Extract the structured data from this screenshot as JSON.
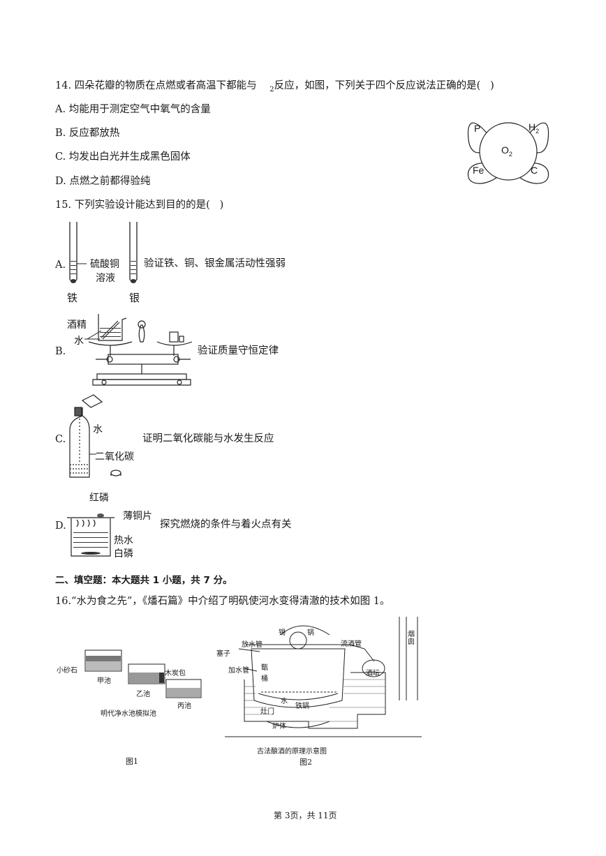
{
  "q14": {
    "stem_a": "14. 四朵花瓣的物质在点燃或者高温下都能与",
    "stem_sub": "2",
    "stem_b": "反应，如图，下列关于四个反应说法正确的是(   )",
    "options": [
      "A. 均能用于测定空气中氧气的含量",
      "B. 反应都放热",
      "C. 均发出白光并生成黑色固体",
      "D. 点燃之前都得验纯"
    ],
    "figure": {
      "center": "O",
      "center_sub": "2",
      "petals": [
        "P",
        "H",
        "Fe",
        "C"
      ],
      "h_sub": "2"
    }
  },
  "q15": {
    "stem": "15. 下列实验设计能达到目的的是(   )",
    "A": {
      "letter": "A.",
      "text": "验证铁、铜、银金属活动性强弱",
      "label_solution_1": "硫酸铜",
      "label_solution_2": "溶液",
      "tube_left": "铁",
      "tube_right": "银"
    },
    "B": {
      "letter": "B.",
      "text": "验证质量守恒定律",
      "label_alcohol": "酒精",
      "label_water": "水"
    },
    "C": {
      "letter": "C.",
      "text": "证明二氧化碳能与水发生反应",
      "label_water": "水",
      "label_co2": "二氧化碳"
    },
    "D": {
      "letter": "D.",
      "text": "探究燃烧的条件与着火点有关",
      "label_red_p": "红磷",
      "label_copper": "薄铜片",
      "label_hot_water": "热水",
      "label_white_p": "白磷"
    }
  },
  "section2": {
    "title": "二、填空题：本大题共 1 小题，共 7 分。"
  },
  "q16": {
    "stem": "16.“水为食之先”，《燔石篇》中介绍了明矾使河水变得清澈的技术如图 1。",
    "fig1": {
      "pebbles": "小砂石",
      "pool_a": "甲池",
      "charcoal": "木炭包",
      "pool_b": "乙池",
      "pool_c": "丙池",
      "caption_inner": "明代净水池模拟池",
      "caption": "图1"
    },
    "fig2": {
      "plug": "塞子",
      "drain": "放水管",
      "pot_left": "锡",
      "pot_right": "锅",
      "flow": "流酒管",
      "chimney": "烟囱",
      "add_water": "加水管",
      "rice_1": "甑",
      "rice_2": "桶",
      "jar": "酒坛",
      "water": "水",
      "iron_pot": "铁锅",
      "stove_door": "灶门",
      "furnace": "炉体",
      "caption_inner": "古法酿酒的原理示意图",
      "caption": "图2"
    }
  },
  "footer": {
    "page": "第 3页，共 11页"
  }
}
